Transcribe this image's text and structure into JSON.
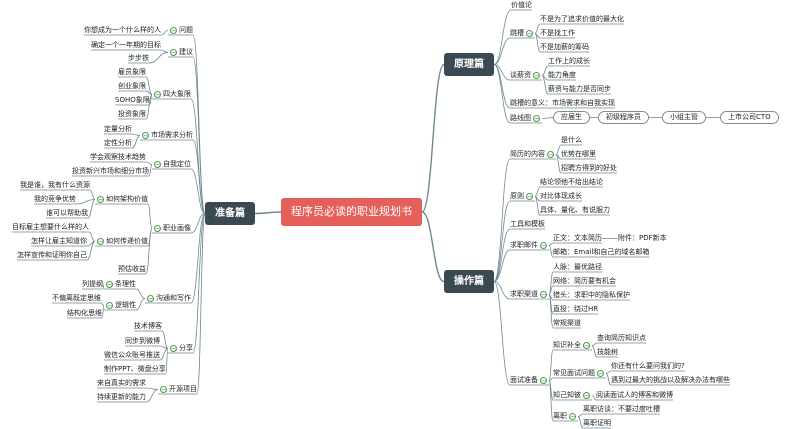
{
  "root": "程序员必读的职业规划书",
  "main": {
    "prep": "准备篇",
    "theory": "原理篇",
    "practice": "操作篇"
  },
  "collapse_mark": "−",
  "left": {
    "wenti": "问题",
    "wenti_c": [
      "你想成为一个什么样的人"
    ],
    "jianyi": "建议",
    "jianyi_c": [
      "确定一个一年期的目标",
      "步步铁"
    ],
    "sida": "四大象限",
    "sida_c": [
      "雇员象限",
      "创业象限",
      "SOHO象限",
      "投资象限"
    ],
    "shichang": "市场需求分析",
    "shichang_c": [
      "定量分析",
      "定性分析"
    ],
    "ziwo": "自我定位",
    "ziwo_c": [
      "学会观察技术趋势",
      "投资新兴市场和细分市场"
    ],
    "zhiye": "职业画像",
    "jiagou": "如何架构价值",
    "jiagou_c": [
      "我是谁，我有什么资源",
      "我的竞争优势",
      "谁可以帮助我"
    ],
    "chuandi": "如何传递价值",
    "chuandi_c": [
      "目标雇主想要什么样的人",
      "怎样让雇主知道你",
      "怎样宣传和证明你自己"
    ],
    "yuzhi": "预估收益",
    "goutong": "沟通和写作",
    "tiaoli": "条理性",
    "tiaoli_c": [
      "列提纲"
    ],
    "luoji": "逻辑性",
    "luoji_c": [
      "不偏离既定思维",
      "结构化思维"
    ],
    "fenxiang": "分享",
    "fenxiang_c": [
      "技术博客",
      "同步到微博",
      "微信公众账号推送",
      "制作PPT、微盘分享"
    ],
    "kaiyuan": "开源项目",
    "kaiyuan_c": [
      "来自真实的需求",
      "持续更新的能力"
    ]
  },
  "theory": {
    "jiazhi": "价值论",
    "tiaocao": "跳槽",
    "tiaocao_c": [
      "不是为了追求价值的最大化",
      "不是找工作",
      "不是加薪的筹码"
    ],
    "lingxin": "谈薪资",
    "lingxin_c": [
      "工作上的成长",
      "能力角度",
      "薪资与能力是否同步"
    ],
    "yiyi": "跳槽的意义：市场需求和自我实现",
    "lujing": "路线图",
    "lujing_c": [
      "应届生",
      "初级程序员",
      "小组主管",
      "上市公司CTO"
    ]
  },
  "practice": {
    "jianli": "简历的内容",
    "jianli_c": [
      "是什么",
      "优势在哪里",
      "招聘方得到的好处"
    ],
    "yuanze": "原则",
    "yuanze_c": [
      "结论领他不给出结论",
      "对比体现成长",
      "具体、量化、有说服力"
    ],
    "gongju": "工具和模板",
    "qiuzhi": "求职邮件",
    "zhengwen": "正文：文本简历",
    "fujian": "附件：PDF新本",
    "youxiang": "邮箱：Email和自己的域名邮箱",
    "qudao": "求职渠道",
    "qudao_c": [
      "人脉：最优路径",
      "网络：简历要有机会",
      "猎头：求职中的隐私保护",
      "直投：绕过HR",
      "常规渠道"
    ],
    "mianshi": "面试准备",
    "zhishi": "知识补全",
    "zhishi_c": [
      "查询简历知识点",
      "技能树"
    ],
    "changjian": "常见面试问题",
    "changjian_c": [
      "你还有什么要问我们的?",
      "遇到过最大的挑战以及解决办法有哪些"
    ],
    "zhiji": "知己知彼",
    "zhiji_c": [
      "阅读面试人的博客和微博"
    ],
    "lizhi": "离职",
    "lizhi_c": [
      "离职访谈：不要过度吐槽",
      "离职证明"
    ]
  }
}
